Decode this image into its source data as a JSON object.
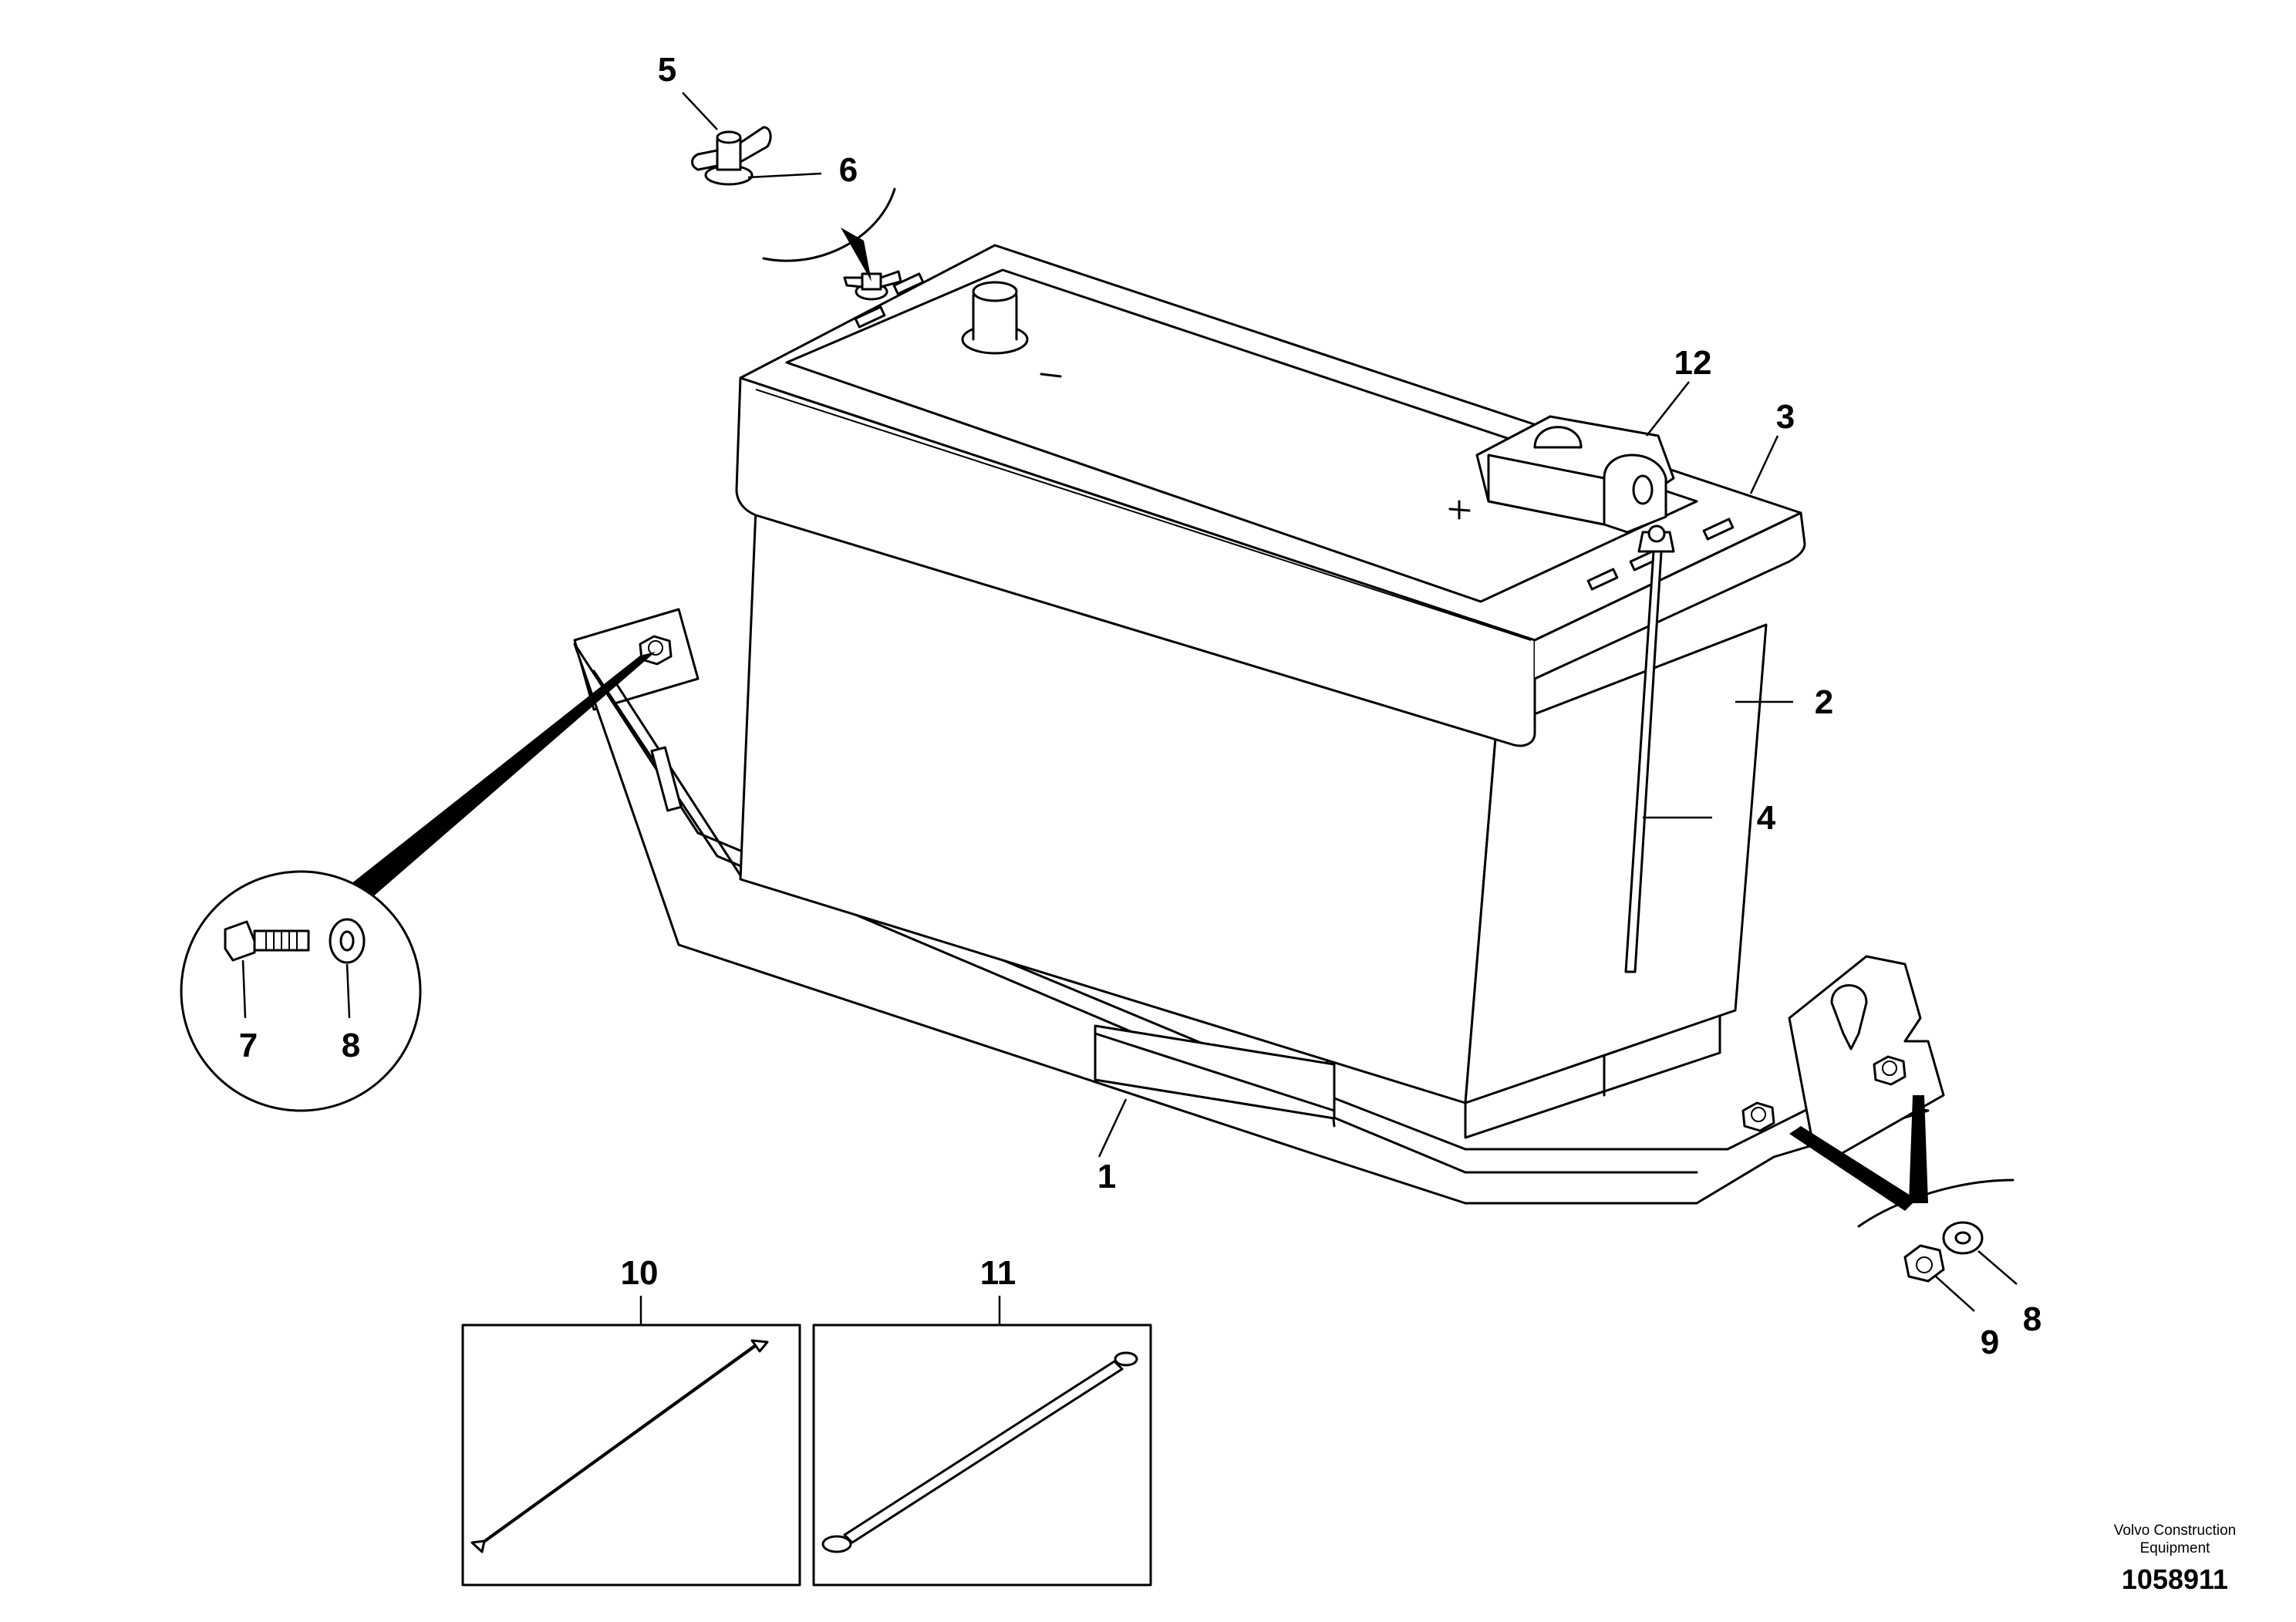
{
  "callouts": {
    "c1": "1",
    "c2": "2",
    "c3": "3",
    "c4": "4",
    "c5": "5",
    "c6": "6",
    "c7": "7",
    "c8a": "8",
    "c8b": "8",
    "c9": "9",
    "c10": "10",
    "c11": "11",
    "c12": "12"
  },
  "footer": {
    "brand_line1": "Volvo Construction",
    "brand_line2": "Equipment",
    "drawing_number": "1058911"
  }
}
